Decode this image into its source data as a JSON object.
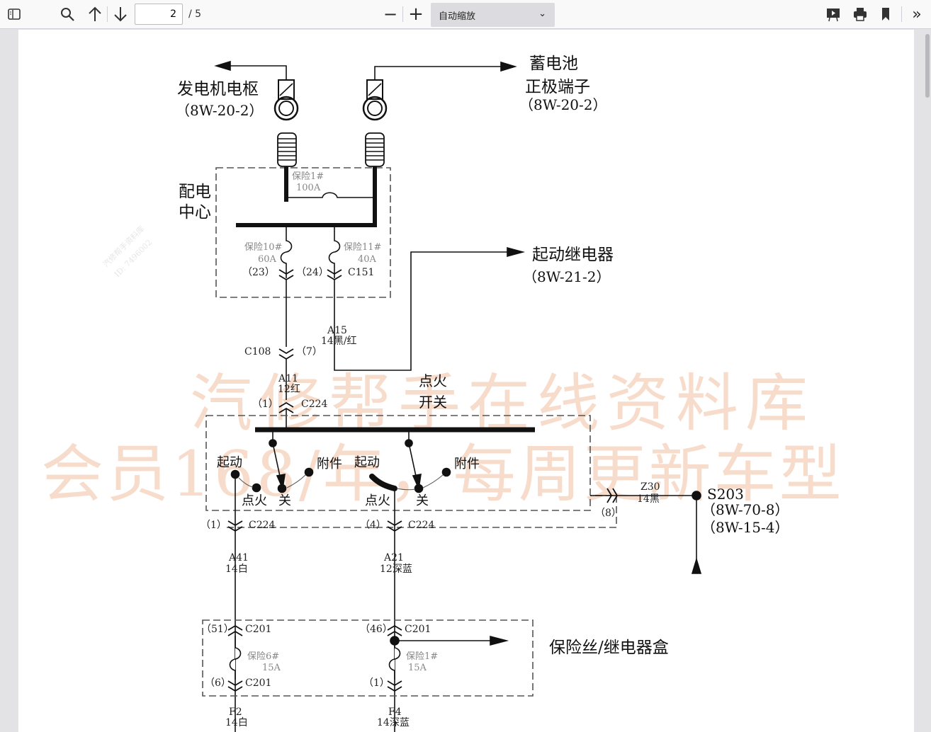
{
  "toolbar": {
    "sidebar_icon": "sidebar-toggle-icon",
    "search_icon": "search-icon",
    "prev_icon": "arrow-up-icon",
    "next_icon": "arrow-down-icon",
    "page_number": "2",
    "page_count": "/ 5",
    "zoom_out": "−",
    "zoom_in": "+",
    "zoom_value": "自动缩放",
    "presentation_icon": "presentation-icon",
    "print_icon": "print-icon",
    "bookmark_icon": "bookmark-icon",
    "more_icon": "double-chevron-icon"
  },
  "diagram": {
    "generator_label": "发电机电枢",
    "generator_ref": "（8W-20-2）",
    "battery_label_1": "蓄电池",
    "battery_label_2": "正极端子",
    "battery_ref": "（8W-20-2）",
    "pdc_label_1": "配电",
    "pdc_label_2": "中心",
    "fuse1_name": "保险1#",
    "fuse1_rating": "100A",
    "fuse10_name": "保险10#",
    "fuse10_rating": "60A",
    "fuse10_pin": "（23）",
    "fuse11_name": "保险11#",
    "fuse11_rating": "40A",
    "fuse11_pin": "（24）",
    "c151": "C151",
    "starter_relay": "起动继电器",
    "starter_ref": "（8W-21-2）",
    "a15_code": "A15",
    "a15_wire": "14黑/红",
    "c108": "C108",
    "c108_pin": "（7）",
    "a11_code": "A11",
    "a11_wire": "12红",
    "c224_pin1": "（1）",
    "c224": "C224",
    "ign_switch_1": "点火",
    "ign_switch_2": "开关",
    "pos_start": "起动",
    "pos_acc": "附件",
    "pos_ign": "点火",
    "pos_off": "关",
    "c224_out1_pin": "（1）",
    "c224_out4_pin": "（4）",
    "z30_code": "Z30",
    "z30_wire": "14黑",
    "pin8": "（8）",
    "s203": "S203",
    "s203_ref1": "（8W-70-8）",
    "s203_ref2": "（8W-15-4）",
    "a41_code": "A41",
    "a41_wire": "14白",
    "a21_code": "A21",
    "a21_wire": "12深蓝",
    "fusebox_label": "保险丝/继电器盒",
    "c201": "C201",
    "pin51": "（51）",
    "pin46": "（46）",
    "pin6": "（6）",
    "pin1": "（1）",
    "fuse6_name": "保险6#",
    "fuse6_rating": "15A",
    "fuseb1_name": "保险1#",
    "fuseb1_rating": "15A",
    "f2_code": "F2",
    "f2_wire": "14白",
    "f4_code": "F4",
    "f4_wire": "14深蓝",
    "watermark_1": "汽修帮手在线资料库",
    "watermark_2": "会员168/年，每周更新车型",
    "small_watermark_1": "汽修帮手资料库",
    "small_watermark_2": "ID: 7496002"
  },
  "colors": {
    "line": "#111111",
    "label_gray": "#777777",
    "watermark": "#f6d9c6"
  }
}
